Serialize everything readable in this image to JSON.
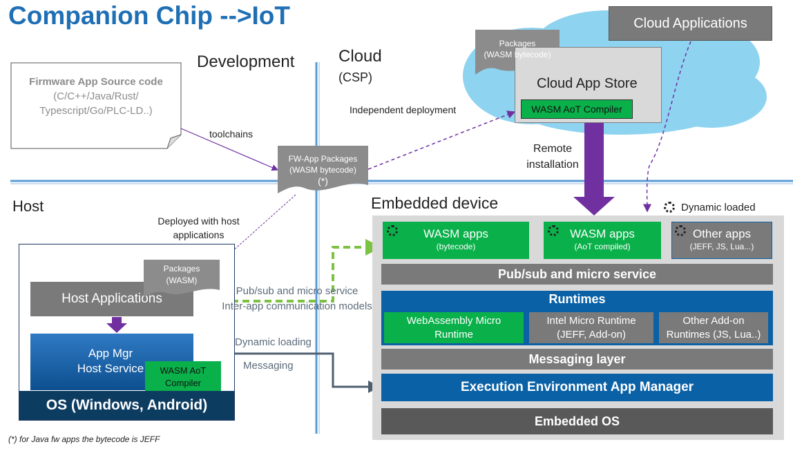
{
  "title": "Companion Chip -->IoT",
  "sections": {
    "development": "Development",
    "cloud": "Cloud",
    "cloud_sub": "(CSP)",
    "host": "Host",
    "embedded": "Embedded device"
  },
  "source_doc": {
    "line1": "Firmware App Source code",
    "line2": "(C/C++/Java/Rust/",
    "line3": "Typescript/Go/PLC-LD..)"
  },
  "labels": {
    "toolchains": "toolchains",
    "independent_deployment": "Independent deployment",
    "remote_installation_1": "Remote",
    "remote_installation_2": "installation",
    "deployed_1": "Deployed with host",
    "deployed_2": "applications",
    "pubsub_1": "Pub/sub and micro service",
    "pubsub_2": "Inter-app communication models",
    "dynamic_loading": "Dynamic loading",
    "messaging": "Messaging",
    "dynamic_loaded": "Dynamic loaded",
    "footnote": "(*) for Java fw apps the bytecode is JEFF"
  },
  "fw_package": {
    "line1": "FW-App Packages",
    "line2": "(WASM bytecode)",
    "line3": "(*)"
  },
  "cloud": {
    "packages_1": "Packages",
    "packages_2": "(WASM bytecode)",
    "store": "Cloud App Store",
    "compiler": "WASM AoT Compiler",
    "cloud_apps": "Cloud Applications"
  },
  "host": {
    "packages_1": "Packages",
    "packages_2": "(WASM)",
    "host_apps": "Host Applications",
    "app_mgr_1": "App Mgr",
    "app_mgr_2": "Host Service",
    "compiler_1": "WASM AoT",
    "compiler_2": "Compiler",
    "os": "OS (Windows, Android)"
  },
  "embedded": {
    "wasm_apps_1": "WASM apps",
    "wasm_apps_1_sub": "(bytecode)",
    "wasm_apps_2": "WASM apps",
    "wasm_apps_2_sub": "(AoT compiled)",
    "other_apps": "Other apps",
    "other_apps_sub": "(JEFF, JS, Lua...)",
    "pubsub_layer": "Pub/sub and micro service",
    "runtimes": "Runtimes",
    "wamr_1": "WebAssembly Micro",
    "wamr_2": "Runtime",
    "intel_1": "Intel Micro Runtime",
    "intel_2": "(JEFF, Add-on)",
    "addon_1": "Other Add-on",
    "addon_2": "Runtimes (JS, Lua..)",
    "messaging_layer": "Messaging layer",
    "eeam": "Execution Environment App Manager",
    "embedded_os": "Embedded OS"
  },
  "colors": {
    "title": "#1f6fb5",
    "green": "#0ab04a",
    "blue": "#0a61a6",
    "gray": "#7a7a7a",
    "purple": "#7030a0",
    "lime": "#7cc242",
    "cloud": "#8ed3f0"
  }
}
